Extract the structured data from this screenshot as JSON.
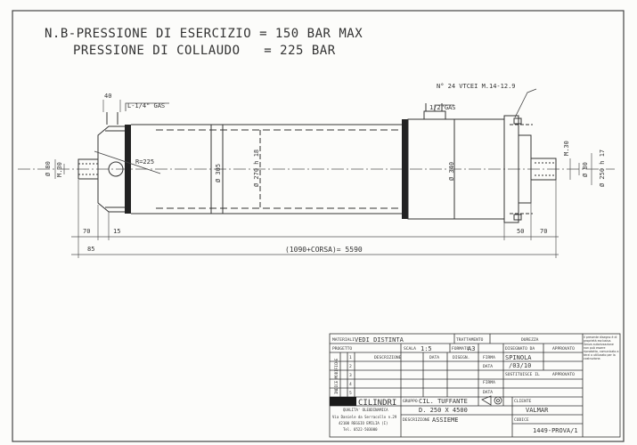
{
  "notes": {
    "line1": "N.B-PRESSIONE DI ESERCIZIO = 150 BAR MAX",
    "line2": "PRESSIONE DI COLLAUDO   = 225 BAR"
  },
  "drawing": {
    "dim_40": "40",
    "port_left": "L-1/4\" GAS",
    "port_right": "1/2\"GAS",
    "screws_note": "N° 24 VTCEI M.14-12.9",
    "radius": "R=225",
    "dia_80_left": "Ø 80",
    "m30_left": "M.30",
    "dia_305": "Ø 305",
    "dia_270": "Ø 270 h 18",
    "dia_340": "Ø 340",
    "m30_right": "M.30",
    "dia_80_right": "Ø 80",
    "dia_250": "Ø 250 h 17",
    "dim_70_left": "70",
    "dim_15": "15",
    "dim_50": "50",
    "dim_70_right": "70",
    "dim_85": "85",
    "overall": "(1090+CORSA)= 5590"
  },
  "title_block": {
    "materiali": "MATERIALI",
    "vedi_distinta": "VEDI DISTINTA",
    "trattamento": "TRATTAMENTO",
    "durezza": "DUREZZA",
    "progetto": "PROGETTO",
    "scala": "SCALA",
    "scale_value": "1:5",
    "formato": "FORMATO",
    "format_value": "A3",
    "disegnato_da": "DISEGNATO DA",
    "approvato": "APPROVATO",
    "descrizione": "DESCRIZIONE",
    "data": "DATA",
    "disegn": "DISEGN.",
    "firma": "FIRMA",
    "drafter": "SPINOLA",
    "date_value": "/03/10",
    "sostituisce_il": "SOSTITUISCE IL",
    "indice_modifiche": "INDICE MODIFICHE",
    "rev1": "1",
    "rev2": "2",
    "rev3": "3",
    "rev4": "4",
    "rev5": "5",
    "company": "CILINDRI",
    "company_sub": "QUALITA' OLEODINAMICA",
    "address1": "Via Daniele da Serracollo n.29",
    "address2": "42100 REGGIO EMILIA (I)",
    "phone": "Tel. 0522-503000",
    "gruppo": "GRUPPO",
    "gruppo_value": "CIL. TUFFANTE",
    "dimension_value": "D. 250 X 4500",
    "descrizione_label": "DESCRIZIONE",
    "assieme": "ASSIEME",
    "cliente": "CLIENTE",
    "client_value": "VALMAR",
    "codice": "CODICE",
    "code_value": "1449-PROVA/1",
    "side_note": "Il presente disegno è di proprietà esclusiva. Senza autorizzazione non può essere riprodotto, comunicato a terzi o utilizzato per la costruzione."
  }
}
